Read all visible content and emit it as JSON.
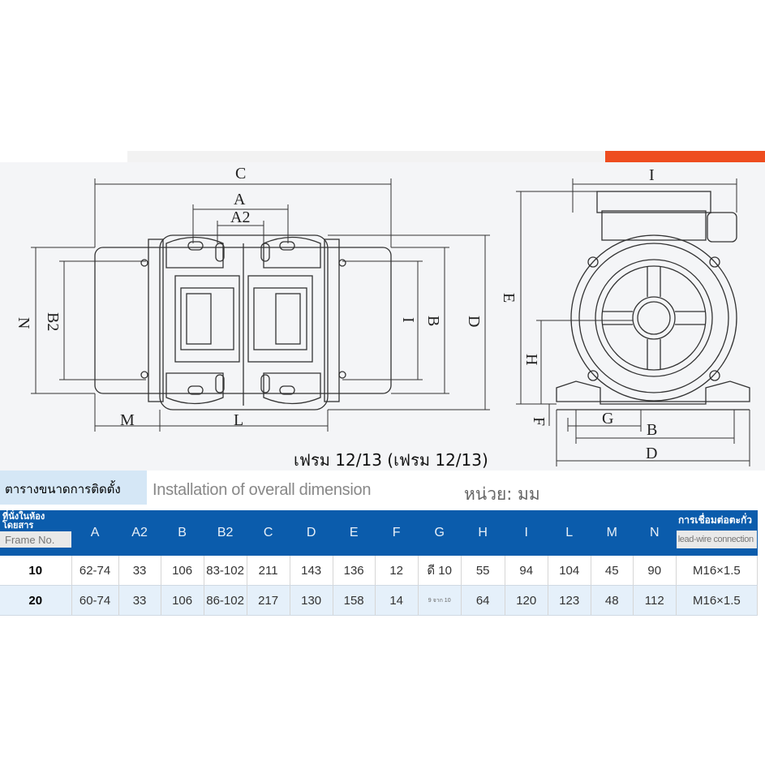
{
  "drawing": {
    "labels": [
      "C",
      "A",
      "A2",
      "N",
      "B2",
      "I",
      "B",
      "D",
      "M",
      "L",
      "I",
      "E",
      "H",
      "F",
      "G",
      "B",
      "D"
    ]
  },
  "caption": "เฟรม 12/13 (เฟรม 12/13)",
  "title_th": "ตารางขนาดการติดตั้ง",
  "title_en": "Installation of overall dimension",
  "unit": "หน่วย: มม",
  "table": {
    "first_header_th": "ที่นั่งในห้องโดยสารหมายเลข",
    "first_header_en": "Frame No.",
    "columns": [
      "A",
      "A2",
      "B",
      "B2",
      "C",
      "D",
      "E",
      "F",
      "G",
      "H",
      "I",
      "L",
      "M",
      "N"
    ],
    "last_header_th": "การเชื่อมต่อตะกั่ว",
    "last_header_en": "lead-wire connection",
    "rows": [
      {
        "frame": "10",
        "values": [
          "62-74",
          "33",
          "106",
          "83-102",
          "211",
          "143",
          "136",
          "12",
          "ดี 10",
          "55",
          "94",
          "104",
          "45",
          "90"
        ],
        "lead": "M16×1.5"
      },
      {
        "frame": "20",
        "values": [
          "60-74",
          "33",
          "106",
          "86-102",
          "217",
          "130",
          "158",
          "14",
          "9 จาก 10",
          "64",
          "120",
          "123",
          "48",
          "112"
        ],
        "lead": "M16×1.5"
      }
    ]
  }
}
